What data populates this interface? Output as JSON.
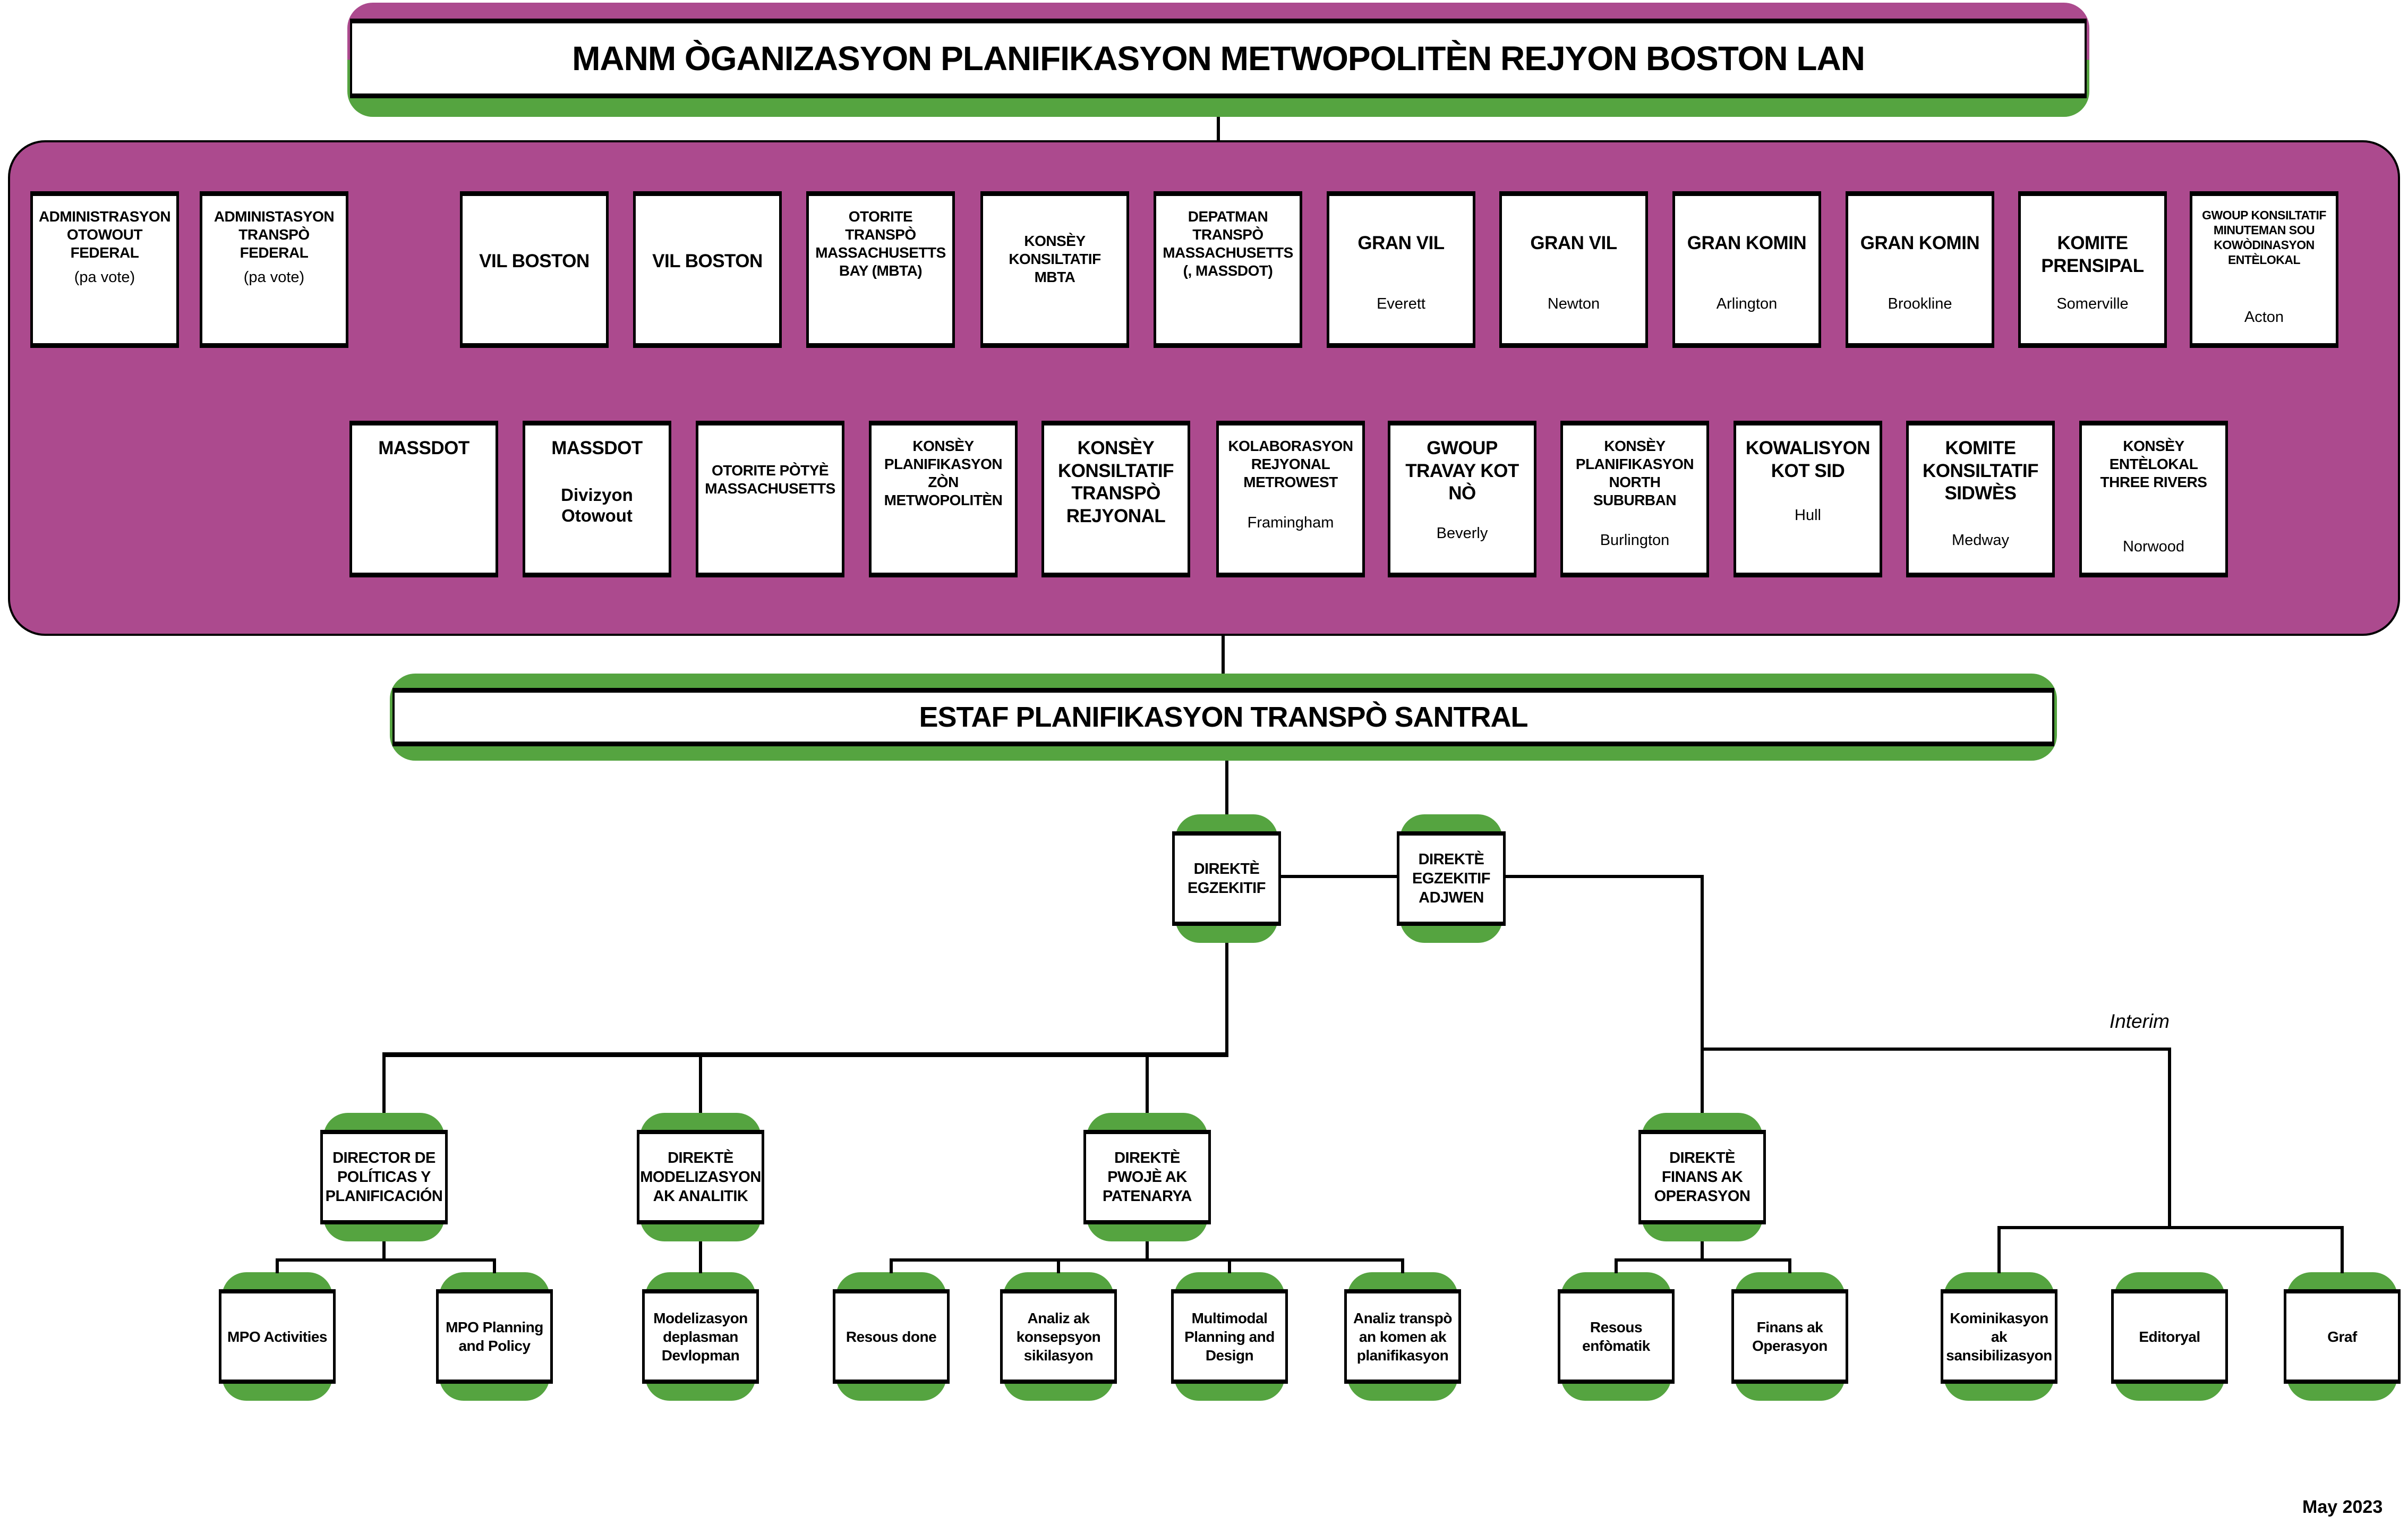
{
  "title_banner": {
    "text": "MANM ÒGANIZASYON PLANIFIKASYON METWOPOLITÈN REJYON BOSTON LAN"
  },
  "staff_banner": {
    "text": "ESTAF PLANIFIKASYON TRANSPÒ SANTRAL"
  },
  "colors": {
    "purple": "#AC4A8E",
    "green": "#55A440",
    "box_border": "#000000",
    "background": "#FFFFFF"
  },
  "board": {
    "row1": [
      {
        "title": "ADMINISTRASYON OTOWOUT FEDERAL",
        "sub": "(pa vote)"
      },
      {
        "title": "ADMINISTASYON TRANSPÒ FEDERAL",
        "sub": "(pa vote)"
      },
      {
        "title": "VIL BOSTON"
      },
      {
        "title": "VIL BOSTON"
      },
      {
        "title": "OTORITE TRANSPÒ MASSACHUSETTS BAY (MBTA)"
      },
      {
        "title": "KONSÈY KONSILTATIF MBTA"
      },
      {
        "title": "DEPATMAN TRANSPÒ MASSACHUSETTS (, MASSDOT)"
      },
      {
        "title": "GRAN VIL",
        "sub": "Everett"
      },
      {
        "title": "GRAN VIL",
        "sub": "Newton"
      },
      {
        "title": "GRAN KOMIN",
        "sub": "Arlington"
      },
      {
        "title": "GRAN KOMIN",
        "sub": "Brookline"
      },
      {
        "title": "KOMITE PRENSIPAL",
        "sub": "Somerville"
      },
      {
        "title": "GWOUP KONSILTATIF MINUTEMAN SOU KOWÒDINASYON ENTÈLOKAL",
        "sub": "Acton"
      }
    ],
    "row2": [
      {
        "title": "MASSDOT"
      },
      {
        "title": "MASSDOT",
        "sub": "Divizyon Otowout"
      },
      {
        "title": "OTORITE PÒTYÈ MASSACHUSETTS"
      },
      {
        "title": "KONSÈY PLANIFIKASYON ZÒN METWOPOLITÈN"
      },
      {
        "title": "KONSÈY KONSILTATIF TRANSPÒ REJYONAL"
      },
      {
        "title": "KOLABORASYON REJYONAL METROWEST",
        "sub": "Framingham"
      },
      {
        "title": "GWOUP TRAVAY KOT NÒ",
        "sub": "Beverly"
      },
      {
        "title": "KONSÈY PLANIFIKASYON NORTH SUBURBAN",
        "sub": "Burlington"
      },
      {
        "title": "KOWALISYON KOT SID",
        "sub": "Hull"
      },
      {
        "title": "KOMITE KONSILTATIF SIDWÈS",
        "sub": "Medway"
      },
      {
        "title": "KONSÈY ENTÈLOKAL THREE RIVERS",
        "sub": "Norwood"
      }
    ]
  },
  "executives": {
    "director": "DIREKTÈ EGZEKITIF",
    "deputy": "DIREKTÈ EGZEKITIF ADJWEN"
  },
  "directors": [
    {
      "title": "DIRECTOR DE POLÍTICAS Y PLANIFICACIÓN"
    },
    {
      "title": "DIREKTÈ MODELIZASYON AK ANALITIK"
    },
    {
      "title": "DIREKTÈ PWOJÈ AK PATENARYA"
    },
    {
      "title": "DIREKTÈ FINANS AK OPERASYON"
    }
  ],
  "leaves": [
    {
      "title": "MPO Activities"
    },
    {
      "title": "MPO Planning and Policy"
    },
    {
      "title": "Modelizasyon deplasman Devlopman"
    },
    {
      "title": "Resous done"
    },
    {
      "title": "Analiz ak konsepsyon sikilasyon"
    },
    {
      "title": "Multimodal Planning and Design"
    },
    {
      "title": "Analiz transpò an komen ak planifikasyon"
    },
    {
      "title": "Resous enfòmatik"
    },
    {
      "title": "Finans ak Operasyon"
    },
    {
      "title": "Kominikasyon ak sansibilizasyon"
    },
    {
      "title": "Editoryal"
    },
    {
      "title": "Graf"
    }
  ],
  "annotations": {
    "interim": "Interim",
    "date": "May 2023"
  }
}
